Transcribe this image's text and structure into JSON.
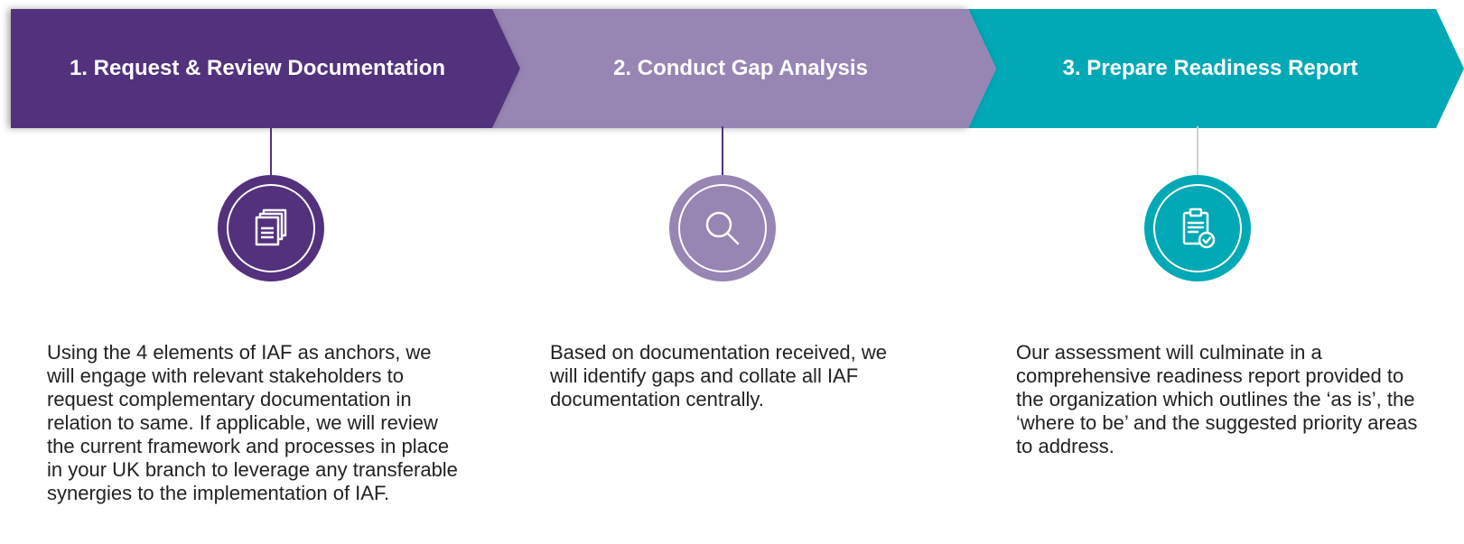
{
  "colors": {
    "step1": "#53317d",
    "step2": "#9785b4",
    "step3": "#00a9b5",
    "text": "#222222"
  },
  "steps": [
    {
      "title": "1. Request & Review Documentation",
      "icon": "documents-icon",
      "description": "Using the 4 elements of IAF as anchors, we will engage with relevant stakeholders to request complementary documentation in relation to same. If applicable, we will review the current framework and processes in place in your UK branch to leverage any transferable synergies to the implementation of IAF."
    },
    {
      "title": "2. Conduct Gap Analysis",
      "icon": "magnifier-icon",
      "description": "Based on documentation received, we will identify gaps and collate all IAF documentation centrally."
    },
    {
      "title": "3. Prepare Readiness Report",
      "icon": "clipboard-check-icon",
      "description": "Our assessment will culminate in a comprehensive readiness report provided to the organization which outlines the ‘as is’, the ‘where to be’ and the suggested priority areas to address."
    }
  ]
}
